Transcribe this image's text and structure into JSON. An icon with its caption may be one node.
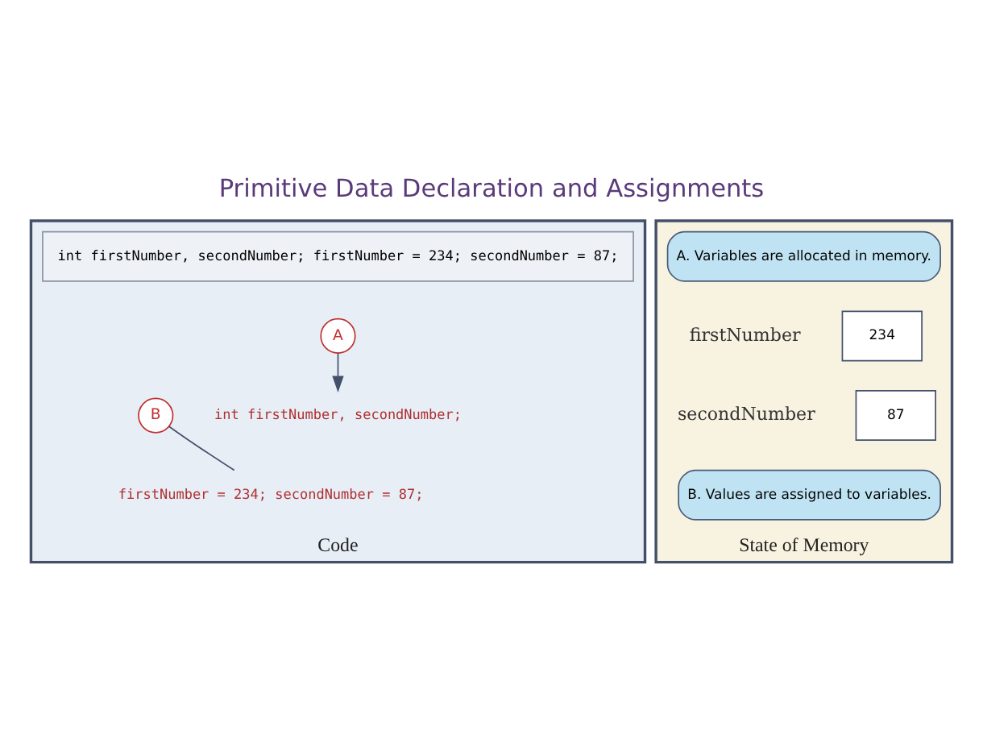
{
  "diagram": {
    "title": "Primitive Data Declaration and Assignments",
    "nodes": [
      {
        "text": [
          "Code"
        ]
      },
      {
        "text": [
          "int firstNumber, secondNumber; firstNumber = 234; secondNumber = 87;"
        ],
        "in": 0
      },
      {
        "text": [
          "A"
        ],
        "in": 0
      },
      {
        "text": [
          "int firstNumber, secondNumber;"
        ],
        "in": 0
      },
      {
        "text": [
          "firstNumber = 234; secondNumber = 87;"
        ],
        "in": 0
      },
      {
        "text": [
          "B"
        ],
        "in": 0
      },
      {
        "text": [
          "State of Memory"
        ]
      },
      {
        "text": [
          "A. Variables are allocated in memory."
        ],
        "in": 6
      },
      {
        "text": [
          "234"
        ],
        "beside": [
          "firstNumber"
        ],
        "in": 6
      },
      {
        "text": [
          "87"
        ],
        "beside": [
          "secondNumber"
        ],
        "in": 6
      },
      {
        "text": [
          "B. Values are assigned to variables."
        ],
        "in": 6
      }
    ],
    "edges": [
      {
        "from": 2,
        "to": 3,
        "arrow": "to"
      },
      {
        "from": 5,
        "to": 4,
        "arrow": "none"
      }
    ]
  }
}
